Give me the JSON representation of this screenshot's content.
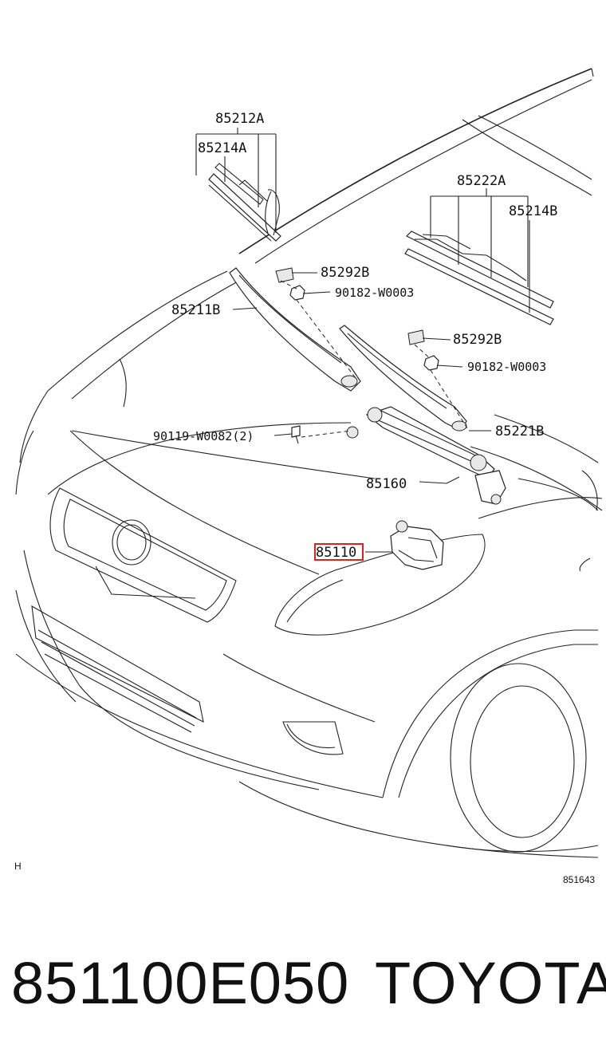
{
  "diagram": {
    "labels": [
      "85212A",
      "85214A",
      "85222A",
      "85214B",
      "85292B",
      "90182-W0003",
      "85211B",
      "85292B",
      "90182-W0003",
      "90119-W0082(2)",
      "85221B",
      "85160",
      "85110"
    ],
    "highlighted_label": "85110",
    "highlight_color": "#e0201c",
    "corner_mark": "H",
    "figure_number": "851643"
  },
  "caption": {
    "part_number": "851100E050",
    "brand": "TOYOTA"
  }
}
